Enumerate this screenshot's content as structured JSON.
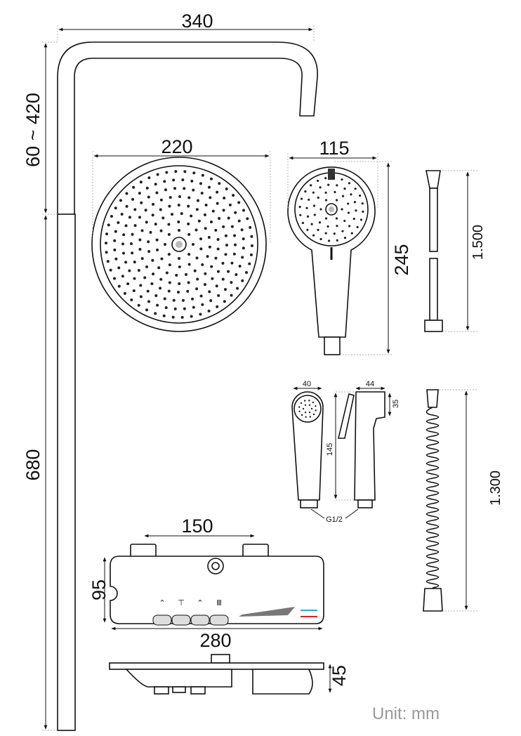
{
  "title": "Shower system dimension drawing",
  "dimensions": {
    "arm_width": "340",
    "riser_adjust": "60 ~ 420",
    "riser_lower": "680",
    "rain_head_diameter": "220",
    "hand_shower_width": "115",
    "hand_shower_length": "245",
    "hose_length": "1.500",
    "bidet_width": "40",
    "bidet_depth": "44",
    "bidet_head": "35",
    "bidet_length": "145",
    "bidet_thread": "G1/2",
    "spiral_hose_length": "1.300",
    "mixer_centers": "150",
    "mixer_height": "95",
    "mixer_width": "280",
    "mixer_depth": "45"
  },
  "unit_label": "Unit: mm",
  "colors": {
    "cold": "#29a8e0",
    "hot": "#e02020",
    "panel_accent": "#777777"
  }
}
